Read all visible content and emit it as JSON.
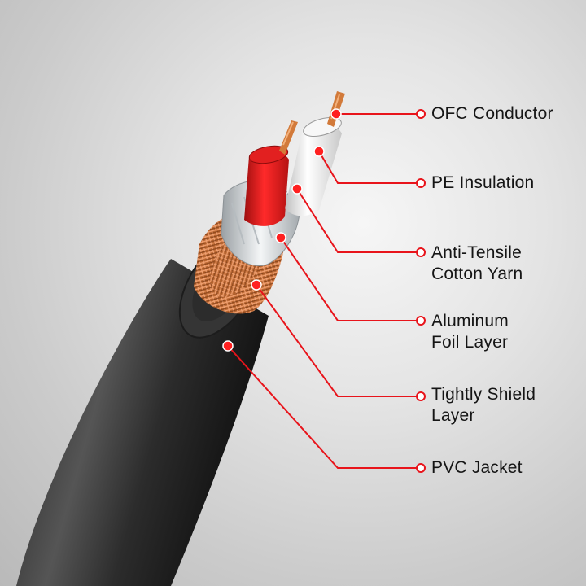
{
  "diagram": {
    "layers": [
      {
        "id": "ofc-conductor",
        "lines": [
          "OFC Conductor"
        ]
      },
      {
        "id": "pe-insulation",
        "lines": [
          "PE Insulation"
        ]
      },
      {
        "id": "anti-tensile-cotton-yarn",
        "lines": [
          "Anti-Tensile",
          "Cotton Yarn"
        ]
      },
      {
        "id": "aluminum-foil-layer",
        "lines": [
          "Aluminum",
          "Foil Layer"
        ]
      },
      {
        "id": "tightly-shield-layer",
        "lines": [
          "Tightly Shield",
          "Layer"
        ]
      },
      {
        "id": "pvc-jacket",
        "lines": [
          "PVC Jacket"
        ]
      }
    ],
    "colors": {
      "callout": "#e8141b",
      "jacket": "#2a2a2a",
      "copper": "#d27a3a",
      "braid": "#c06a35",
      "foil": "#d9dde0",
      "insulation_red": "#e01a1a",
      "insulation_white": "#f4f4f4"
    }
  }
}
